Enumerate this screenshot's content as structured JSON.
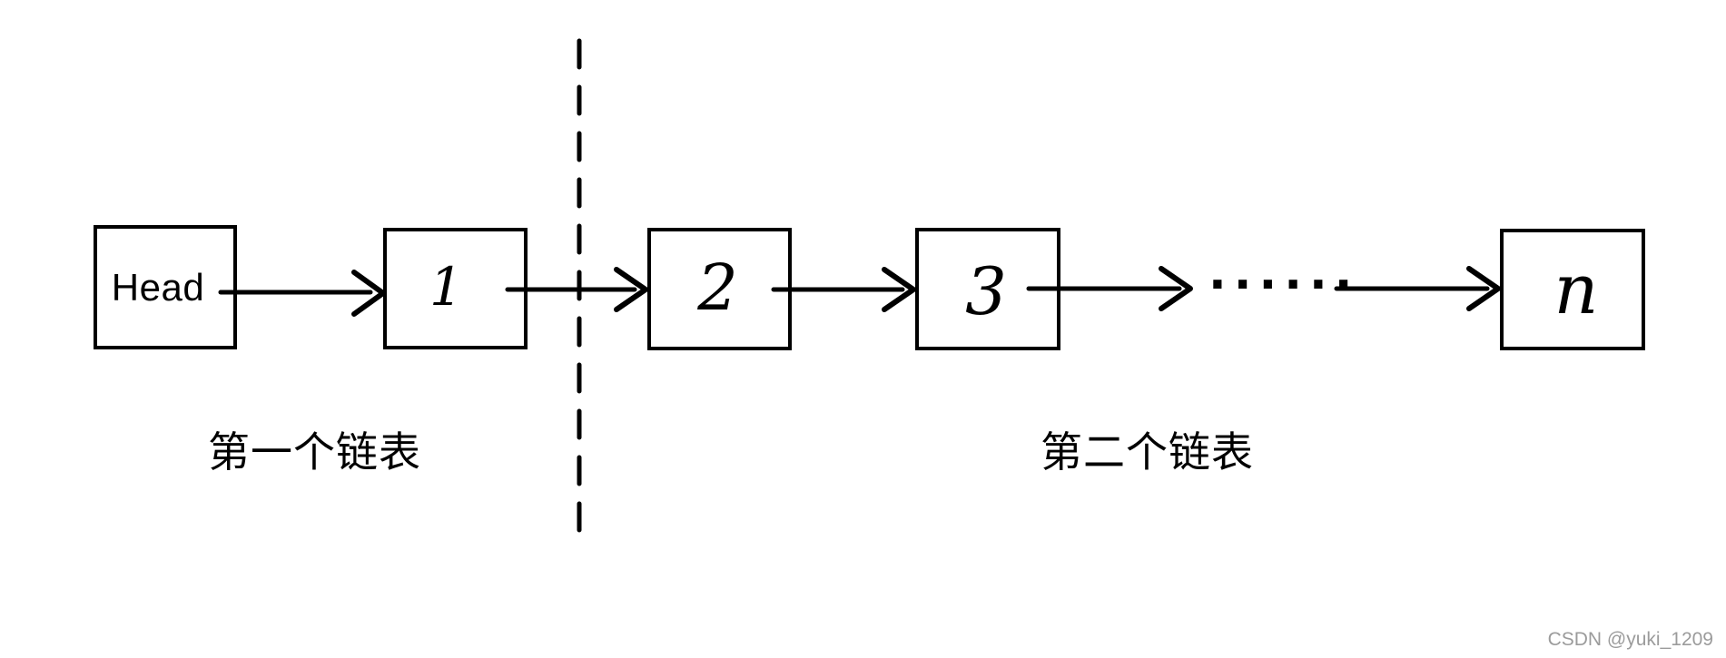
{
  "diagram": {
    "nodes": [
      {
        "id": "head",
        "label": "Head"
      },
      {
        "id": "1",
        "label": "1"
      },
      {
        "id": "2",
        "label": "2"
      },
      {
        "id": "3",
        "label": "3"
      },
      {
        "id": "n",
        "label": "n"
      }
    ],
    "ellipsis": "······",
    "section_labels": {
      "first": "第一个链表",
      "second": "第二个链表"
    }
  },
  "watermark": {
    "text": "CSDN @yuki_1209",
    "color": "#9b9b9b"
  },
  "colors": {
    "stroke": "#000000",
    "background": "#ffffff"
  }
}
